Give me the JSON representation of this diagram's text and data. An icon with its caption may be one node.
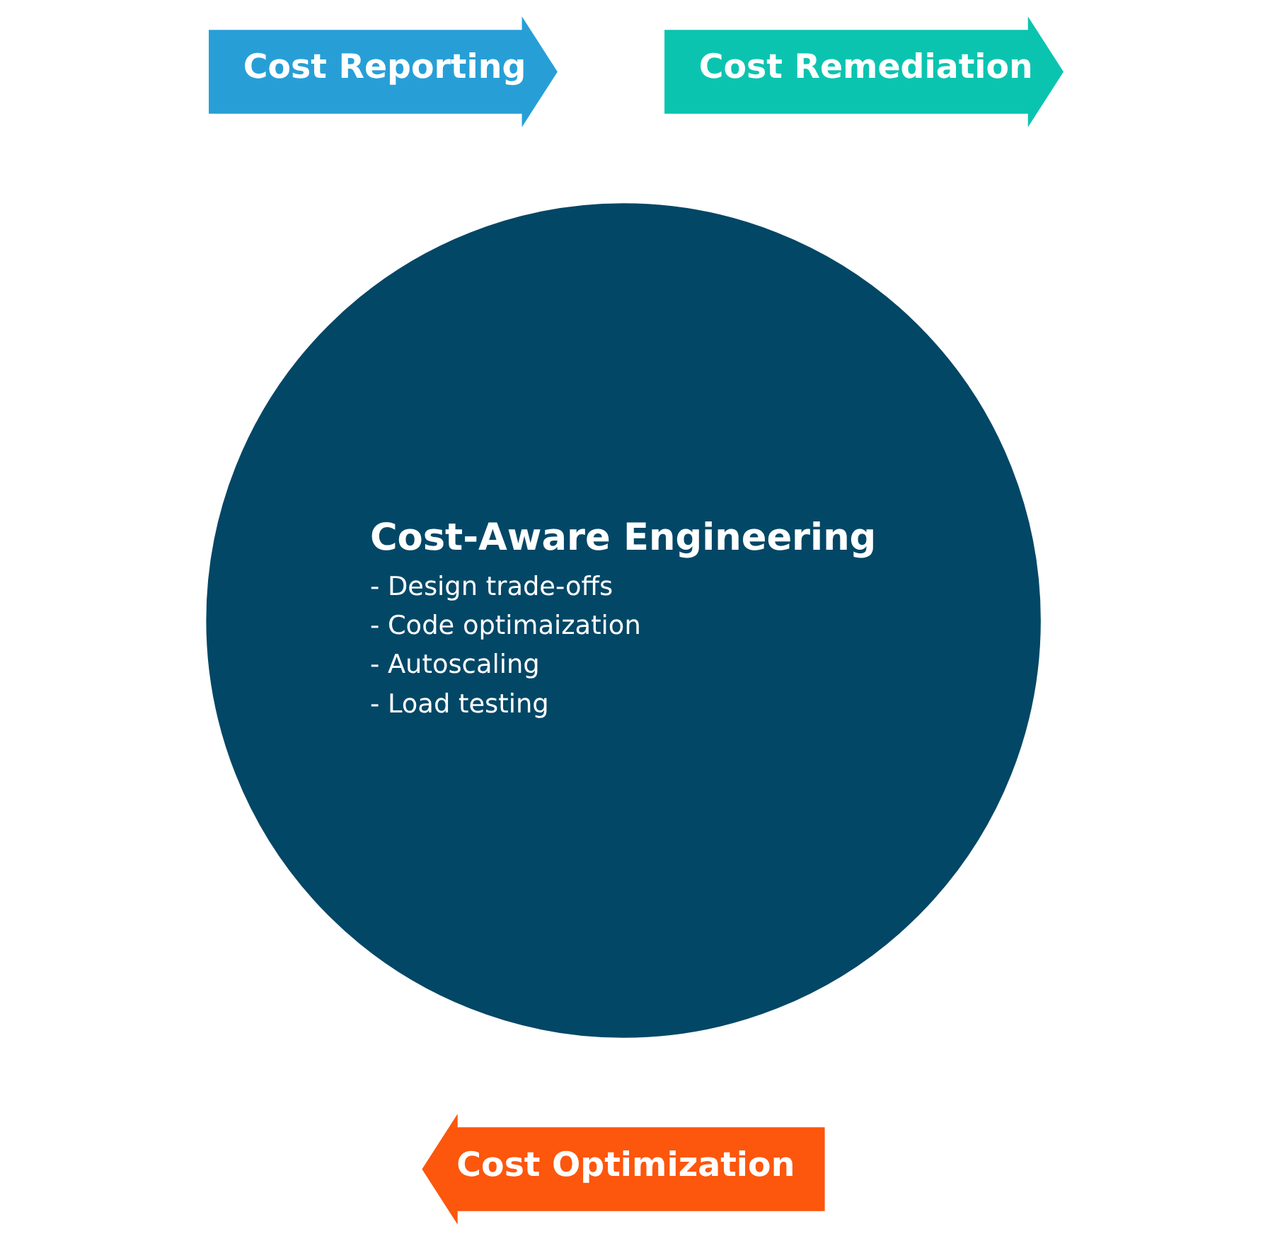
{
  "diagram": {
    "nodes": [
      {
        "text": [
          "Cost-Aware Engineering",
          "- Design trade-offs",
          "- Code optimaization",
          "- Autoscaling",
          "- Load testing"
        ]
      },
      {
        "text": [
          "Cost Reporting"
        ]
      },
      {
        "text": [
          "Cost Remediation"
        ]
      },
      {
        "text": [
          "Cost Optimization"
        ]
      }
    ],
    "edges": []
  }
}
